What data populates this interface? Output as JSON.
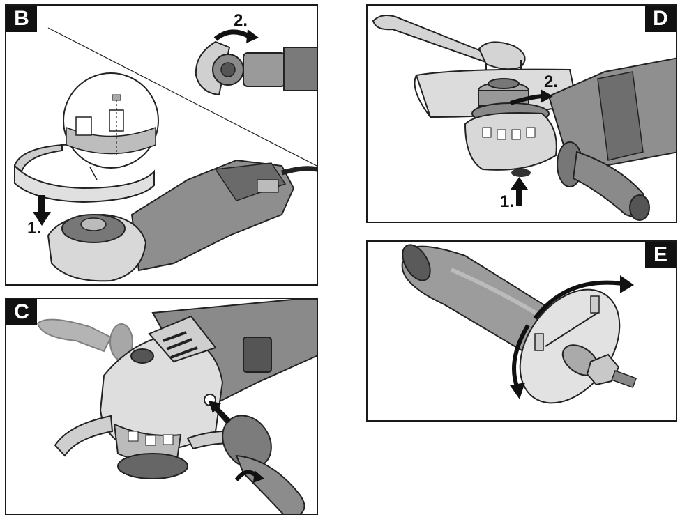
{
  "panels": {
    "b": {
      "letter": "B",
      "step1": "1.",
      "step2": "2."
    },
    "c": {
      "letter": "C"
    },
    "d": {
      "letter": "D",
      "step1": "1.",
      "step2": "2."
    },
    "e": {
      "letter": "E"
    }
  },
  "colors": {
    "outline": "#1a1a1a",
    "body_dark": "#6e6e6e",
    "body_mid": "#9a9a9a",
    "body_light": "#d2d2d2",
    "guard": "#c8c8c8"
  }
}
